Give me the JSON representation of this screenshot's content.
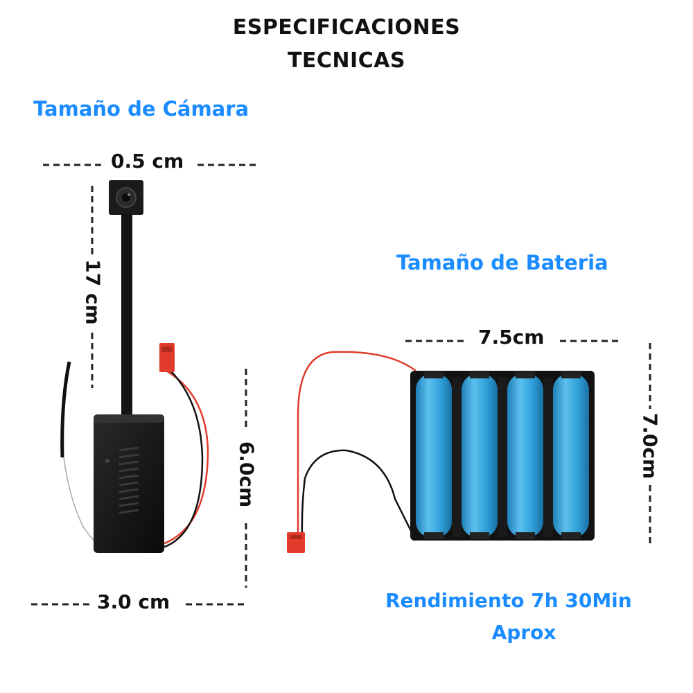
{
  "title": {
    "line1": "ESPECIFICACIONES",
    "line2": "TECNICAS"
  },
  "camera": {
    "heading": "Tamaño de Cámara",
    "width_top": "0.5 cm",
    "cable_length": "17 cm",
    "module_height": "6.0cm",
    "module_width": "3.0 cm"
  },
  "battery": {
    "heading": "Tamaño de Bateria",
    "width": "7.5cm",
    "height": "7.0cm",
    "performance_line1": "Rendimiento 7h 30Min",
    "performance_line2": "Aprox"
  },
  "colors": {
    "accent_blue": "#1a8cff",
    "battery_cell": "#2f9fd8",
    "wire_red": "#e03b2b"
  }
}
